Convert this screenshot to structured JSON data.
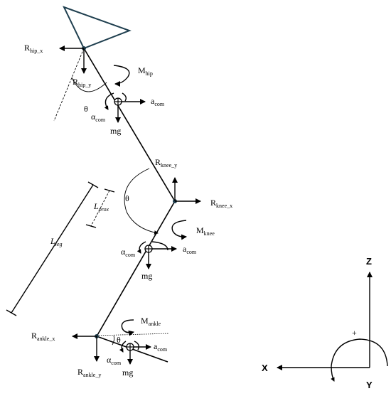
{
  "labels": {
    "r_hip_x": {
      "main": "R",
      "sub": "hip_x"
    },
    "r_hip_y": {
      "main": "R",
      "sub": "hip_y"
    },
    "m_hip": {
      "main": "M",
      "sub": "hip"
    },
    "theta_hip": "θ",
    "alpha_com_1": {
      "main": "α",
      "sub": "com"
    },
    "a_com_1": {
      "main": "a",
      "sub": "com"
    },
    "mg_1": "mg",
    "r_knee_y": {
      "main": "R",
      "sub": "knee_y"
    },
    "theta_knee": "θ",
    "r_knee_x": {
      "main": "R",
      "sub": "knee_x"
    },
    "l_prox": {
      "main": "L",
      "sub": "prox"
    },
    "l_leg": {
      "main": "L",
      "sub": "leg"
    },
    "m_knee": {
      "main": "M",
      "sub": "knee"
    },
    "alpha_com_2": {
      "main": "α",
      "sub": "com"
    },
    "a_com_2": {
      "main": "a",
      "sub": "com"
    },
    "mg_2": "mg",
    "m_ankle": {
      "main": "M",
      "sub": "ankle"
    },
    "r_ankle_x": {
      "main": "R",
      "sub": "ankle_x"
    },
    "theta_ankle": "θ",
    "alpha_com_3": {
      "main": "α",
      "sub": "com"
    },
    "a_com_3": {
      "main": "a",
      "sub": "com"
    },
    "r_ankle_y": {
      "main": "R",
      "sub": "ankle_y"
    },
    "mg_3": "mg"
  },
  "axes": {
    "z": "Z",
    "x": "X",
    "y": "Y",
    "plus": "+"
  }
}
